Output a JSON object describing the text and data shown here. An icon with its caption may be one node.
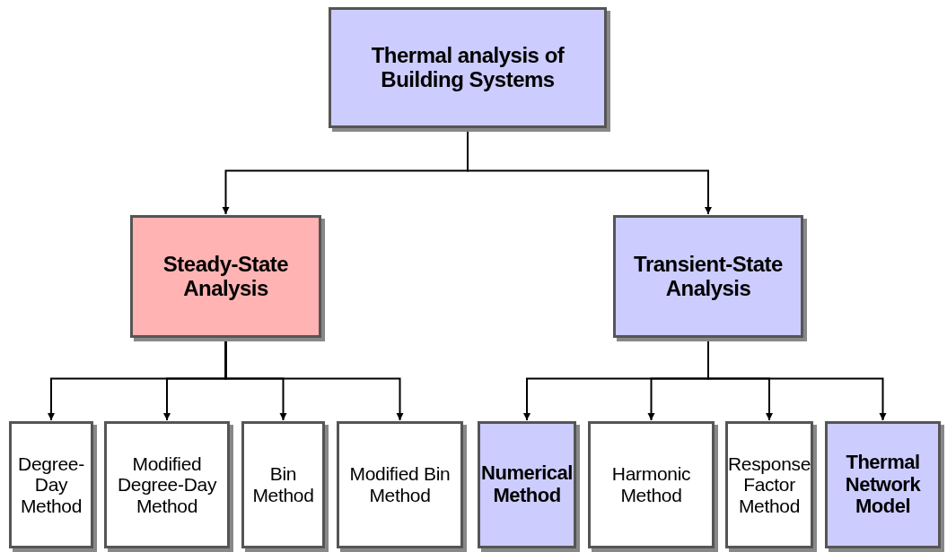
{
  "diagram": {
    "nodes": [
      {
        "text": [
          "Thermal analysis of Building Systems"
        ]
      },
      {
        "text": [
          "Steady-State Analysis"
        ]
      },
      {
        "text": [
          "Transient-State Analysis"
        ]
      },
      {
        "text": [
          "Degree-Day Method"
        ]
      },
      {
        "text": [
          "Modified Degree-Day Method"
        ]
      },
      {
        "text": [
          "Bin Method"
        ]
      },
      {
        "text": [
          "Modified Bin Method"
        ]
      },
      {
        "text": [
          "Numerical Method"
        ]
      },
      {
        "text": [
          "Harmonic Method"
        ]
      },
      {
        "text": [
          "Response Factor Method"
        ]
      },
      {
        "text": [
          "Thermal Network Model"
        ]
      }
    ],
    "edges": [
      {
        "from": 0,
        "to": 1,
        "arrow": "to"
      },
      {
        "from": 0,
        "to": 2,
        "arrow": "to"
      },
      {
        "from": 1,
        "to": 3,
        "arrow": "to"
      },
      {
        "from": 1,
        "to": 4,
        "arrow": "to"
      },
      {
        "from": 1,
        "to": 5,
        "arrow": "to"
      },
      {
        "from": 1,
        "to": 6,
        "arrow": "to"
      },
      {
        "from": 2,
        "to": 7,
        "arrow": "to"
      },
      {
        "from": 2,
        "to": 8,
        "arrow": "to"
      },
      {
        "from": 2,
        "to": 9,
        "arrow": "to"
      },
      {
        "from": 2,
        "to": 10,
        "arrow": "to"
      }
    ]
  }
}
